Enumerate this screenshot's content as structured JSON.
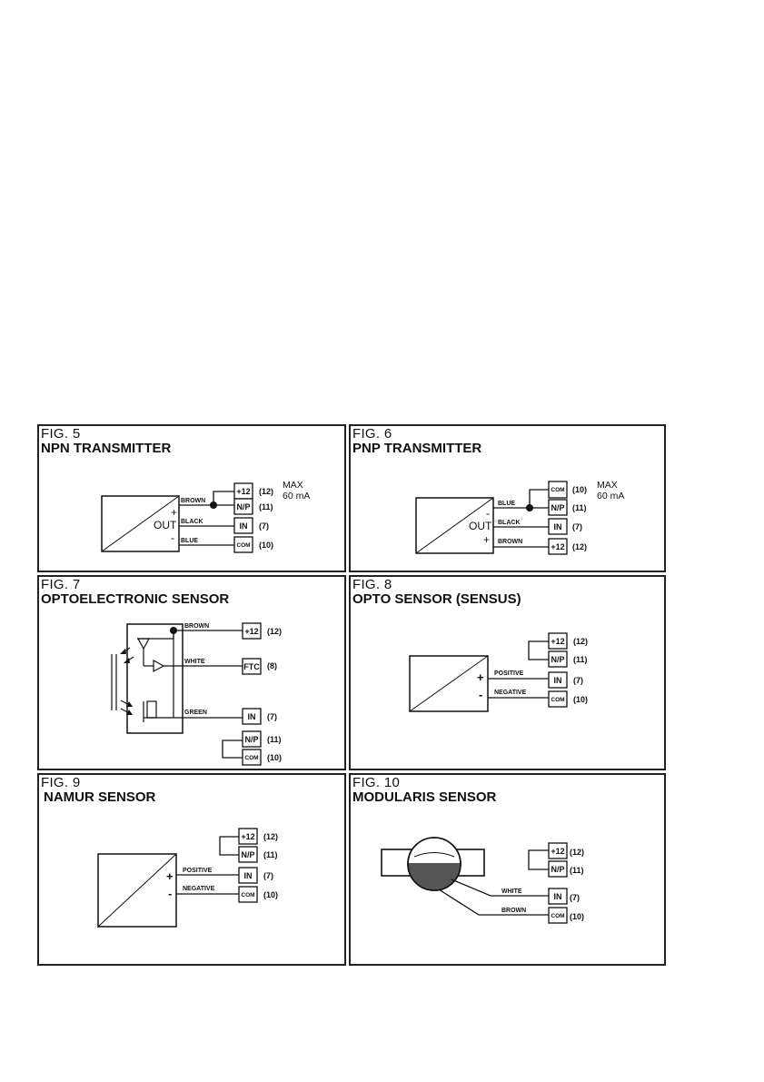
{
  "figures": [
    {
      "fig": "FIG. 5",
      "title": "NPN TRANSMITTER",
      "max": [
        "MAX",
        "60 mA"
      ],
      "out": "OUT",
      "plus": "+",
      "minus": "-",
      "wires": [
        "BROWN",
        "BLACK",
        "BLUE"
      ],
      "terminals": [
        {
          "label": "+12",
          "num": "(12)"
        },
        {
          "label": "N/P",
          "num": "(11)"
        },
        {
          "label": "IN",
          "num": "(7)"
        },
        {
          "label": "COM",
          "num": "(10)"
        }
      ]
    },
    {
      "fig": "FIG. 6",
      "title": "PNP TRANSMITTER",
      "max": [
        "MAX",
        "60 mA"
      ],
      "out": "OUT",
      "plus": "+",
      "minus": "-",
      "wires": [
        "BLUE",
        "BLACK",
        "BROWN"
      ],
      "terminals": [
        {
          "label": "COM",
          "num": "(10)"
        },
        {
          "label": "N/P",
          "num": "(11)"
        },
        {
          "label": "IN",
          "num": "(7)"
        },
        {
          "label": "+12",
          "num": "(12)"
        }
      ]
    },
    {
      "fig": "FIG. 7",
      "title": "OPTOELECTRONIC SENSOR",
      "wires": [
        "BROWN",
        "WHITE",
        "GREEN"
      ],
      "terminals": [
        {
          "label": "+12",
          "num": "(12)"
        },
        {
          "label": "FTC",
          "num": "(8)"
        },
        {
          "label": "IN",
          "num": "(7)"
        },
        {
          "label": "N/P",
          "num": "(11)"
        },
        {
          "label": "COM",
          "num": "(10)"
        }
      ]
    },
    {
      "fig": "FIG. 8",
      "title": "OPTO SENSOR (SENSUS)",
      "plus": "+",
      "minus": "-",
      "wires": [
        "POSITIVE",
        "NEGATIVE"
      ],
      "terminals": [
        {
          "label": "+12",
          "num": "(12)"
        },
        {
          "label": "N/P",
          "num": "(11)"
        },
        {
          "label": "IN",
          "num": "(7)"
        },
        {
          "label": "COM",
          "num": "(10)"
        }
      ]
    },
    {
      "fig": "FIG. 9",
      "title": "NAMUR SENSOR",
      "plus": "+",
      "minus": "-",
      "wires": [
        "POSITIVE",
        "NEGATIVE"
      ],
      "terminals": [
        {
          "label": "+12",
          "num": "(12)"
        },
        {
          "label": "N/P",
          "num": "(11)"
        },
        {
          "label": "IN",
          "num": "(7)"
        },
        {
          "label": "COM",
          "num": "(10)"
        }
      ]
    },
    {
      "fig": "FIG. 10",
      "title": "MODULARIS SENSOR",
      "wires": [
        "WHITE",
        "BROWN"
      ],
      "terminals": [
        {
          "label": "+12",
          "num": "(12)"
        },
        {
          "label": "N/P",
          "num": "(11)"
        },
        {
          "label": "IN",
          "num": "(7)"
        },
        {
          "label": "COM",
          "num": "(10)"
        }
      ]
    }
  ]
}
